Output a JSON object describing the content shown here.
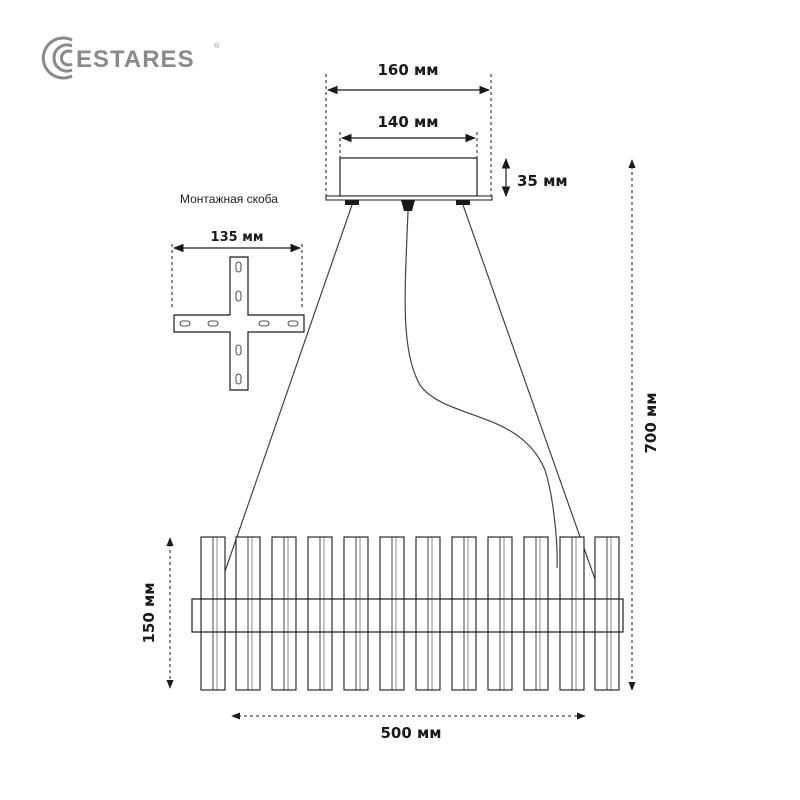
{
  "logo": {
    "brand_text": "ESTARES",
    "registered_mark": "®"
  },
  "dimensions": {
    "canopy_outer_width": "160 мм",
    "canopy_inner_width": "140 мм",
    "canopy_height": "35 мм",
    "bracket_width": "135 мм",
    "total_height": "700 мм",
    "fixture_height": "150 мм",
    "fixture_width": "500 мм"
  },
  "labels": {
    "mounting_bracket": "Монтажная скоба"
  },
  "colors": {
    "line": "#1a1a1a",
    "logo_grey": "#8a8a8a",
    "background": "#ffffff"
  }
}
